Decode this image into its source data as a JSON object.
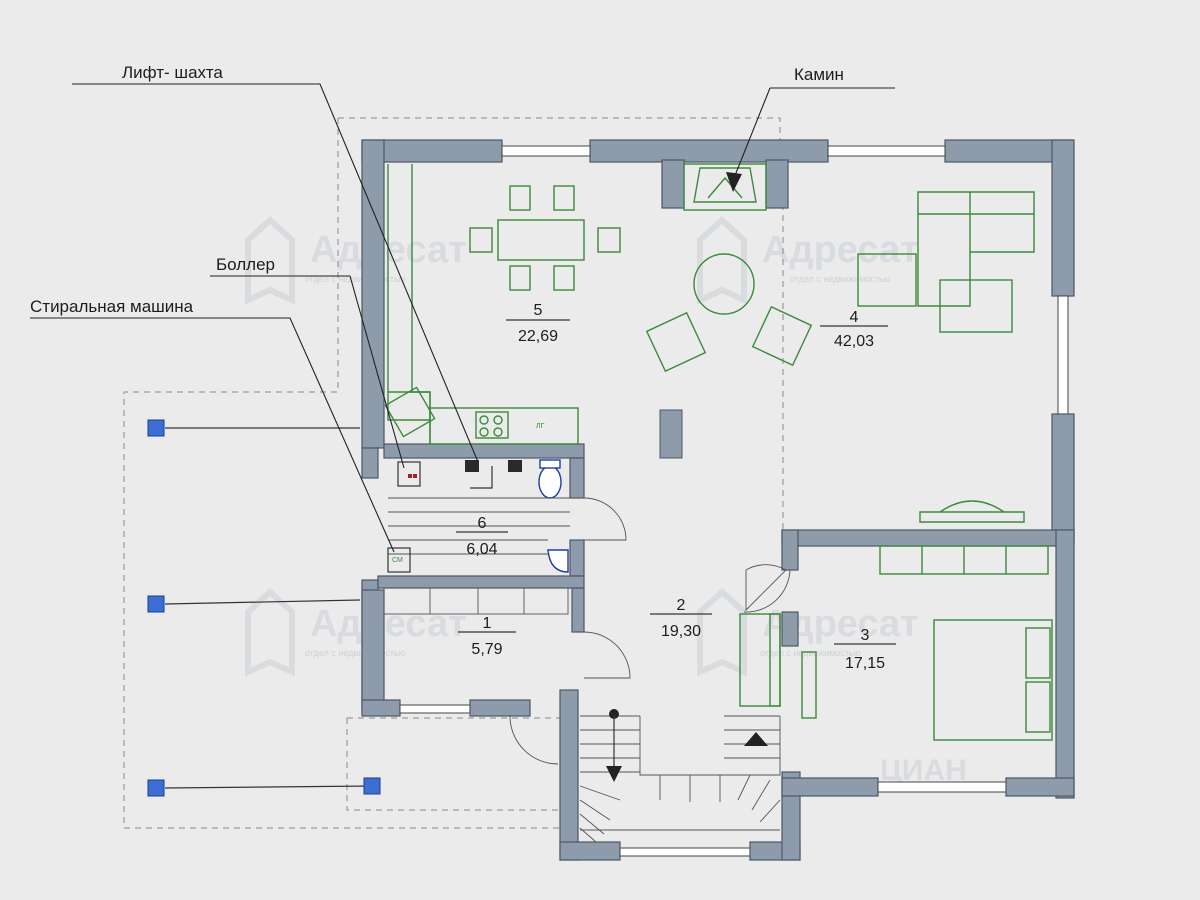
{
  "labels": {
    "lift": "Лифт- шахта",
    "fireplace": "Камин",
    "boiler": "Боллер",
    "washer": "Стиральная машина"
  },
  "rooms": [
    {
      "number": "5",
      "area": "22,69"
    },
    {
      "number": "4",
      "area": "42,03"
    },
    {
      "number": "6",
      "area": "6,04"
    },
    {
      "number": "2",
      "area": "19,30"
    },
    {
      "number": "1",
      "area": "5,79"
    },
    {
      "number": "3",
      "area": "17,15"
    }
  ],
  "watermark": {
    "brand": "Адресат",
    "tagline": "отдел с недвижимостью",
    "corner": "ЦИАН"
  },
  "marks": {
    "stove": "ЛГ",
    "washer_tag": "СМ"
  },
  "colors": {
    "wall": "#8d9bab",
    "furniture": "#3c8a3c",
    "background": "#ecebec"
  }
}
